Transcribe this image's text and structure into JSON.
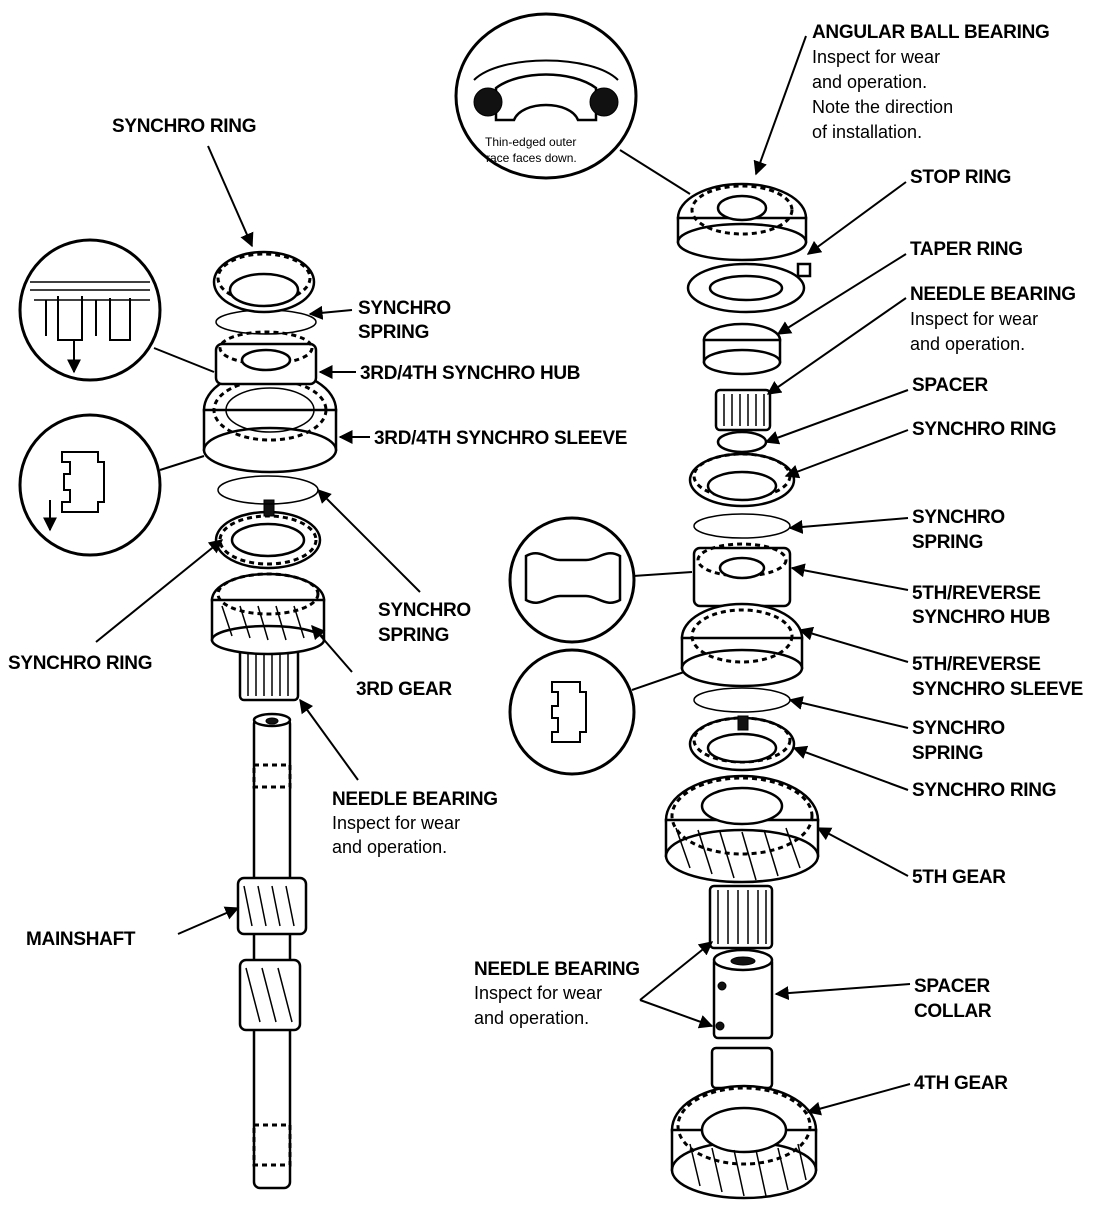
{
  "labels": {
    "synchro_ring_top_left": "SYNCHRO RING",
    "synchro_spring_upper_left_1": "SYNCHRO",
    "synchro_spring_upper_left_2": "SPRING",
    "hub_3rd_4th": "3RD/4TH SYNCHRO HUB",
    "sleeve_3rd_4th": "3RD/4TH SYNCHRO SLEEVE",
    "synchro_spring_lower_left_1": "SYNCHRO",
    "synchro_spring_lower_left_2": "SPRING",
    "synchro_ring_lower_left": "SYNCHRO RING",
    "third_gear": "3RD GEAR",
    "needle_bearing_left": "NEEDLE BEARING",
    "needle_bearing_left_note_1": "Inspect for wear",
    "needle_bearing_left_note_2": "and operation.",
    "mainshaft": "MAINSHAFT",
    "angular_ball_bearing": "ANGULAR BALL BEARING",
    "angular_note_1": "Inspect for wear",
    "angular_note_2": "and operation.",
    "angular_note_3": "Note the direction",
    "angular_note_4": "of installation.",
    "inset_caption_1": "Thin-edged outer",
    "inset_caption_2": "race faces down.",
    "stop_ring": "STOP RING",
    "taper_ring": "TAPER RING",
    "needle_bearing_right": "NEEDLE BEARING",
    "needle_bearing_right_note_1": "Inspect for wear",
    "needle_bearing_right_note_2": "and operation.",
    "spacer": "SPACER",
    "synchro_ring_right_1": "SYNCHRO RING",
    "synchro_spring_right_1a": "SYNCHRO",
    "synchro_spring_right_1b": "SPRING",
    "hub_5th_rev_1": "5TH/REVERSE",
    "hub_5th_rev_2": "SYNCHRO HUB",
    "sleeve_5th_rev_1": "5TH/REVERSE",
    "sleeve_5th_rev_2": "SYNCHRO SLEEVE",
    "synchro_spring_right_2a": "SYNCHRO",
    "synchro_spring_right_2b": "SPRING",
    "synchro_ring_right_2": "SYNCHRO RING",
    "fifth_gear": "5TH GEAR",
    "needle_bearing_bottom": "NEEDLE BEARING",
    "needle_bearing_bottom_note_1": "Inspect for wear",
    "needle_bearing_bottom_note_2": "and operation.",
    "spacer_collar_1": "SPACER",
    "spacer_collar_2": "COLLAR",
    "fourth_gear": "4TH GEAR"
  }
}
